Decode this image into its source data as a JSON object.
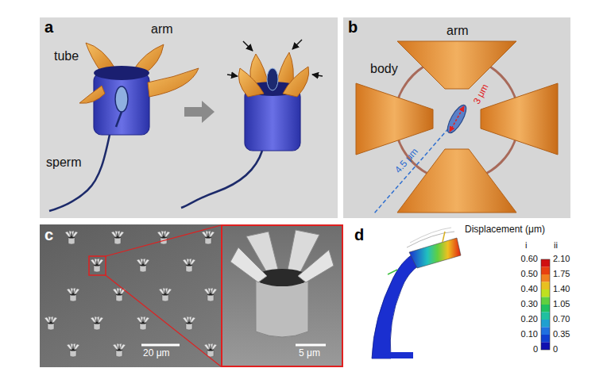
{
  "diagram": {
    "nodes": [
      {
        "text": [
          "a",
          "arm",
          "tube",
          "sperm"
        ]
      },
      {
        "text": [
          "b",
          "arm",
          "body",
          "3 μm",
          "4.5 μm"
        ]
      },
      {
        "text": [
          "c",
          "20 μm"
        ]
      },
      {
        "text": [
          "5 μm"
        ],
        "in": 2
      }
    ],
    "labels": [
      "d",
      "Displacement (μm)",
      "i",
      "ii",
      "0.60",
      "0.50",
      "0.40",
      "0.30",
      "0.20",
      "0.10",
      "0",
      "2.10",
      "1.75",
      "1.40",
      "1.05",
      "0.70",
      "0.35",
      "0"
    ]
  }
}
